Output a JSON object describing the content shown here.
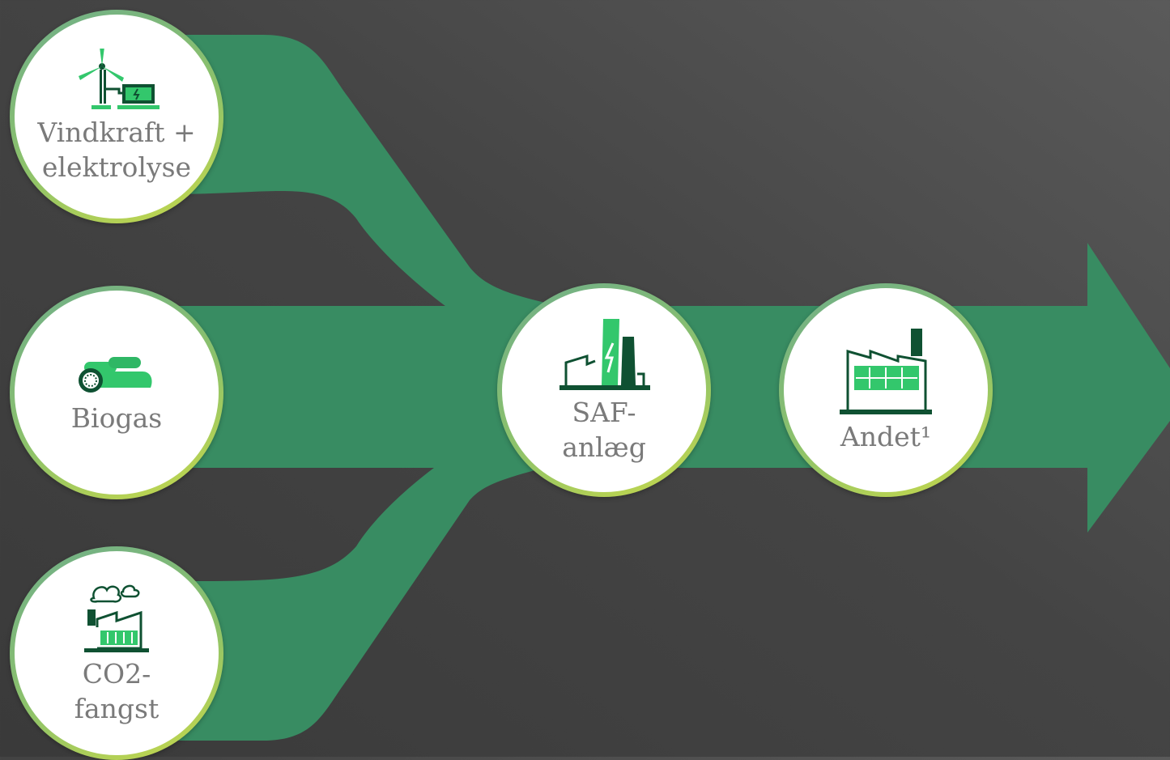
{
  "colors": {
    "flow": "#388c62",
    "icon_light": "#33c76c",
    "icon_dark": "#0f5132",
    "label": "#7a7a7a"
  },
  "nodes": {
    "wind": {
      "icon": "wind-turbine-battery-icon",
      "line1": "Vindkraft +",
      "line2": "elektrolyse"
    },
    "biogas": {
      "icon": "pipes-icon",
      "line1": "Biogas"
    },
    "co2": {
      "icon": "factory-clouds-icon",
      "line1": "CO2-",
      "line2": "fangst"
    },
    "saf": {
      "icon": "power-plant-icon",
      "line1": "SAF-",
      "line2": "anlæg"
    },
    "other": {
      "icon": "factory-icon",
      "line1": "Andet¹"
    }
  }
}
